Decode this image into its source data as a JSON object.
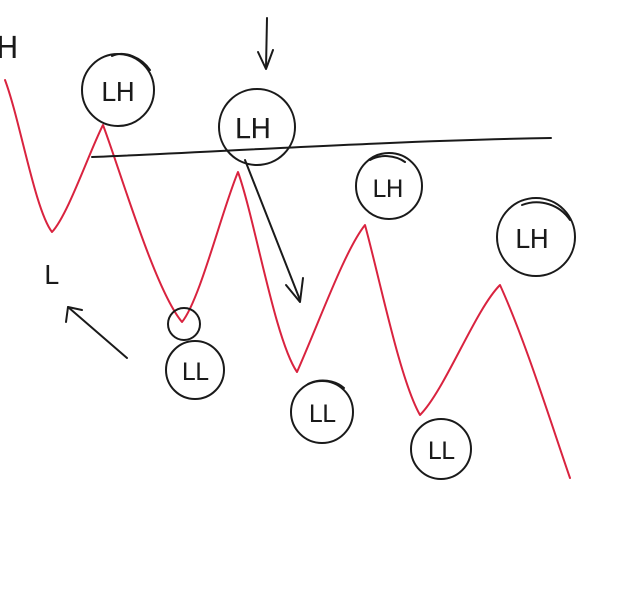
{
  "labels": {
    "top_left": "H",
    "low_left": "L",
    "lh_1": "LH",
    "lh_2": "LH",
    "lh_3": "LH",
    "lh_4": "LH",
    "ll_1": "LL",
    "ll_2": "LL",
    "ll_3": "LL"
  },
  "colors": {
    "price_line": "#d9233f",
    "ink": "#1a1a1a",
    "background": "#ffffff"
  }
}
